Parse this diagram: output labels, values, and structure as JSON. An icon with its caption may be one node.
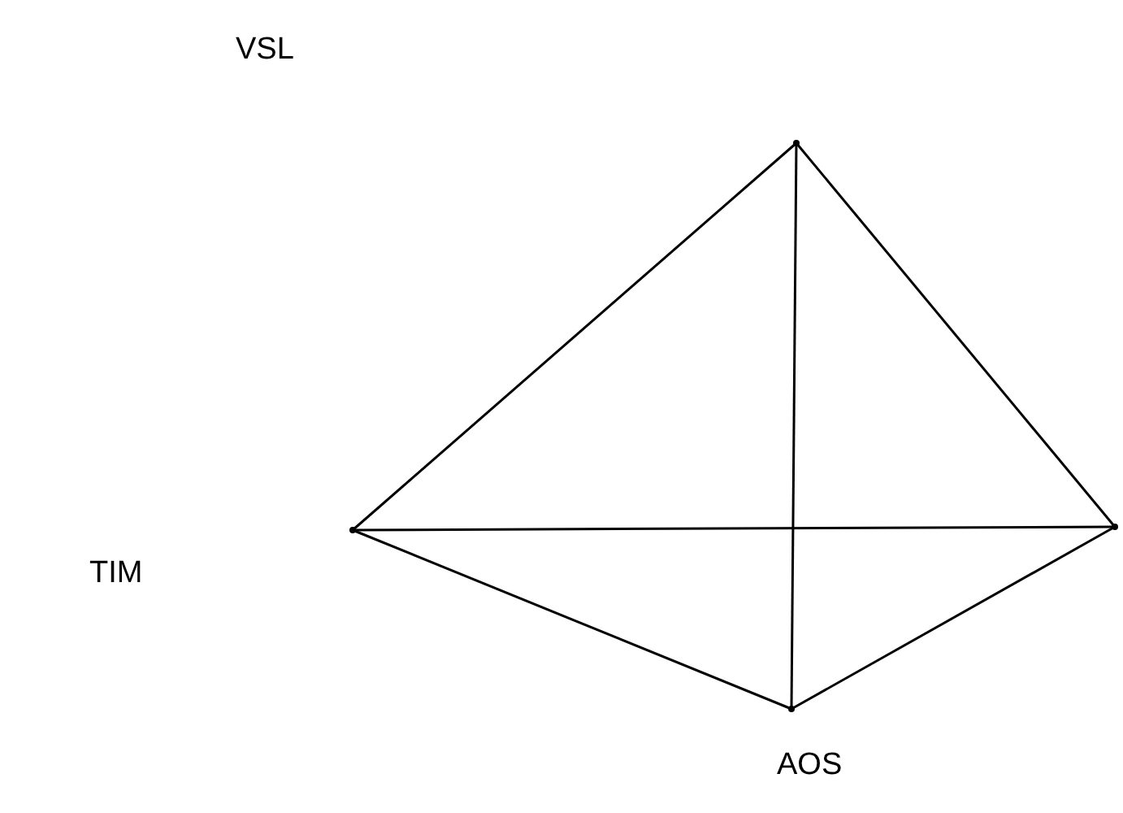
{
  "diagram": {
    "nodes": [
      {
        "text": [],
        "shape": "point"
      },
      {
        "text": [],
        "shape": "point"
      },
      {
        "text": [],
        "shape": "point"
      },
      {
        "text": [],
        "shape": "point"
      }
    ],
    "edges": [
      {
        "from": 0,
        "to": 1,
        "arrow": "none"
      },
      {
        "from": 0,
        "to": 2,
        "arrow": "none"
      },
      {
        "from": 0,
        "to": 3,
        "arrow": "none"
      },
      {
        "from": 1,
        "to": 2,
        "arrow": "none"
      },
      {
        "from": 1,
        "to": 3,
        "arrow": "none"
      },
      {
        "from": 3,
        "to": 2,
        "arrow": "none"
      }
    ],
    "labels": [
      "VSL",
      "TIM",
      "AOS"
    ]
  }
}
